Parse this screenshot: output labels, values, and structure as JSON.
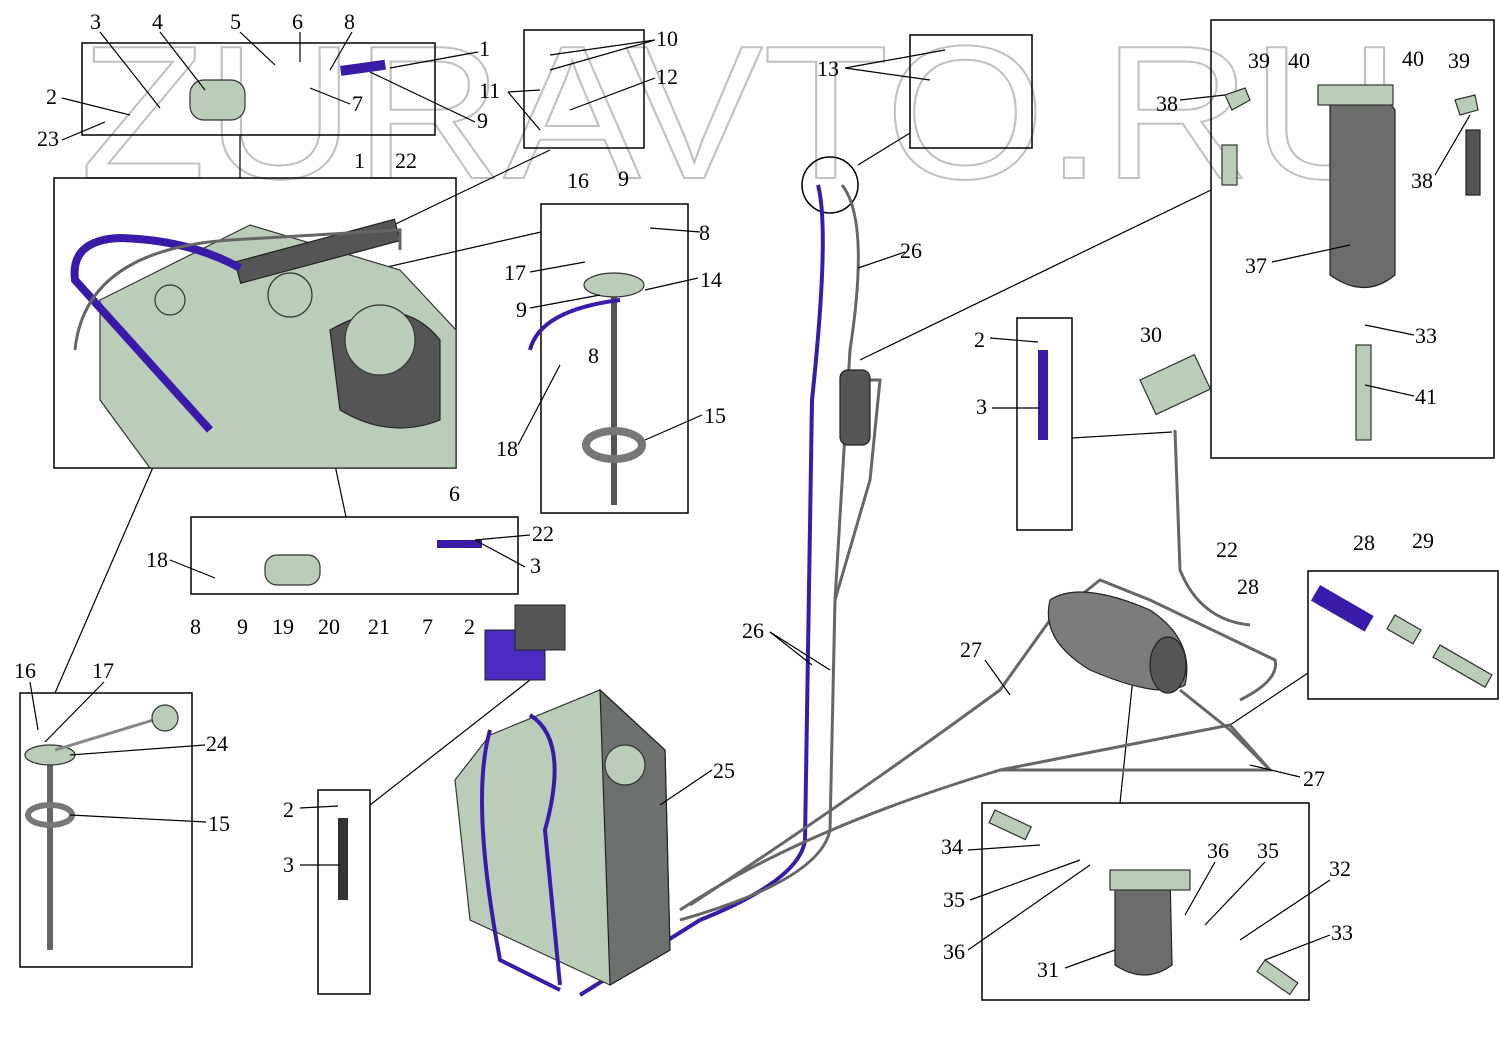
{
  "watermark": "ZURAVTO.RU",
  "colors": {
    "hose": "#3a1aa8",
    "part": "#b9cdb8",
    "pipe": "#666666",
    "frame": "#000000"
  },
  "labels": [
    "3",
    "4",
    "5",
    "6",
    "8",
    "1",
    "7",
    "9",
    "2",
    "23",
    "10",
    "11",
    "12",
    "13",
    "39",
    "40",
    "40",
    "39",
    "38",
    "38",
    "37",
    "33",
    "41",
    "1",
    "22",
    "16",
    "9",
    "8",
    "17",
    "14",
    "9",
    "8",
    "18",
    "15",
    "26",
    "2",
    "3",
    "30",
    "6",
    "22",
    "3",
    "18",
    "8",
    "9",
    "19",
    "20",
    "21",
    "7",
    "2",
    "22",
    "28",
    "28",
    "29",
    "26",
    "27",
    "27",
    "25",
    "16",
    "17",
    "24",
    "15",
    "2",
    "3",
    "34",
    "35",
    "36",
    "31",
    "36",
    "35",
    "32",
    "33"
  ]
}
